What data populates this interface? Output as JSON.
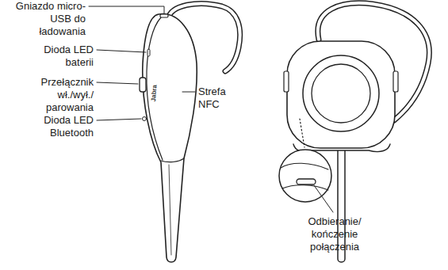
{
  "diagram": {
    "labels": [
      "Gniazdo micro-USB do ładowania",
      "Dioda LED baterii",
      "Przełącznik wł./wył./ parowania",
      "Dioda LED Bluetooth",
      "Strefa NFC",
      "Odbieranie/ kończenie połączenia",
      "Jabra"
    ]
  }
}
